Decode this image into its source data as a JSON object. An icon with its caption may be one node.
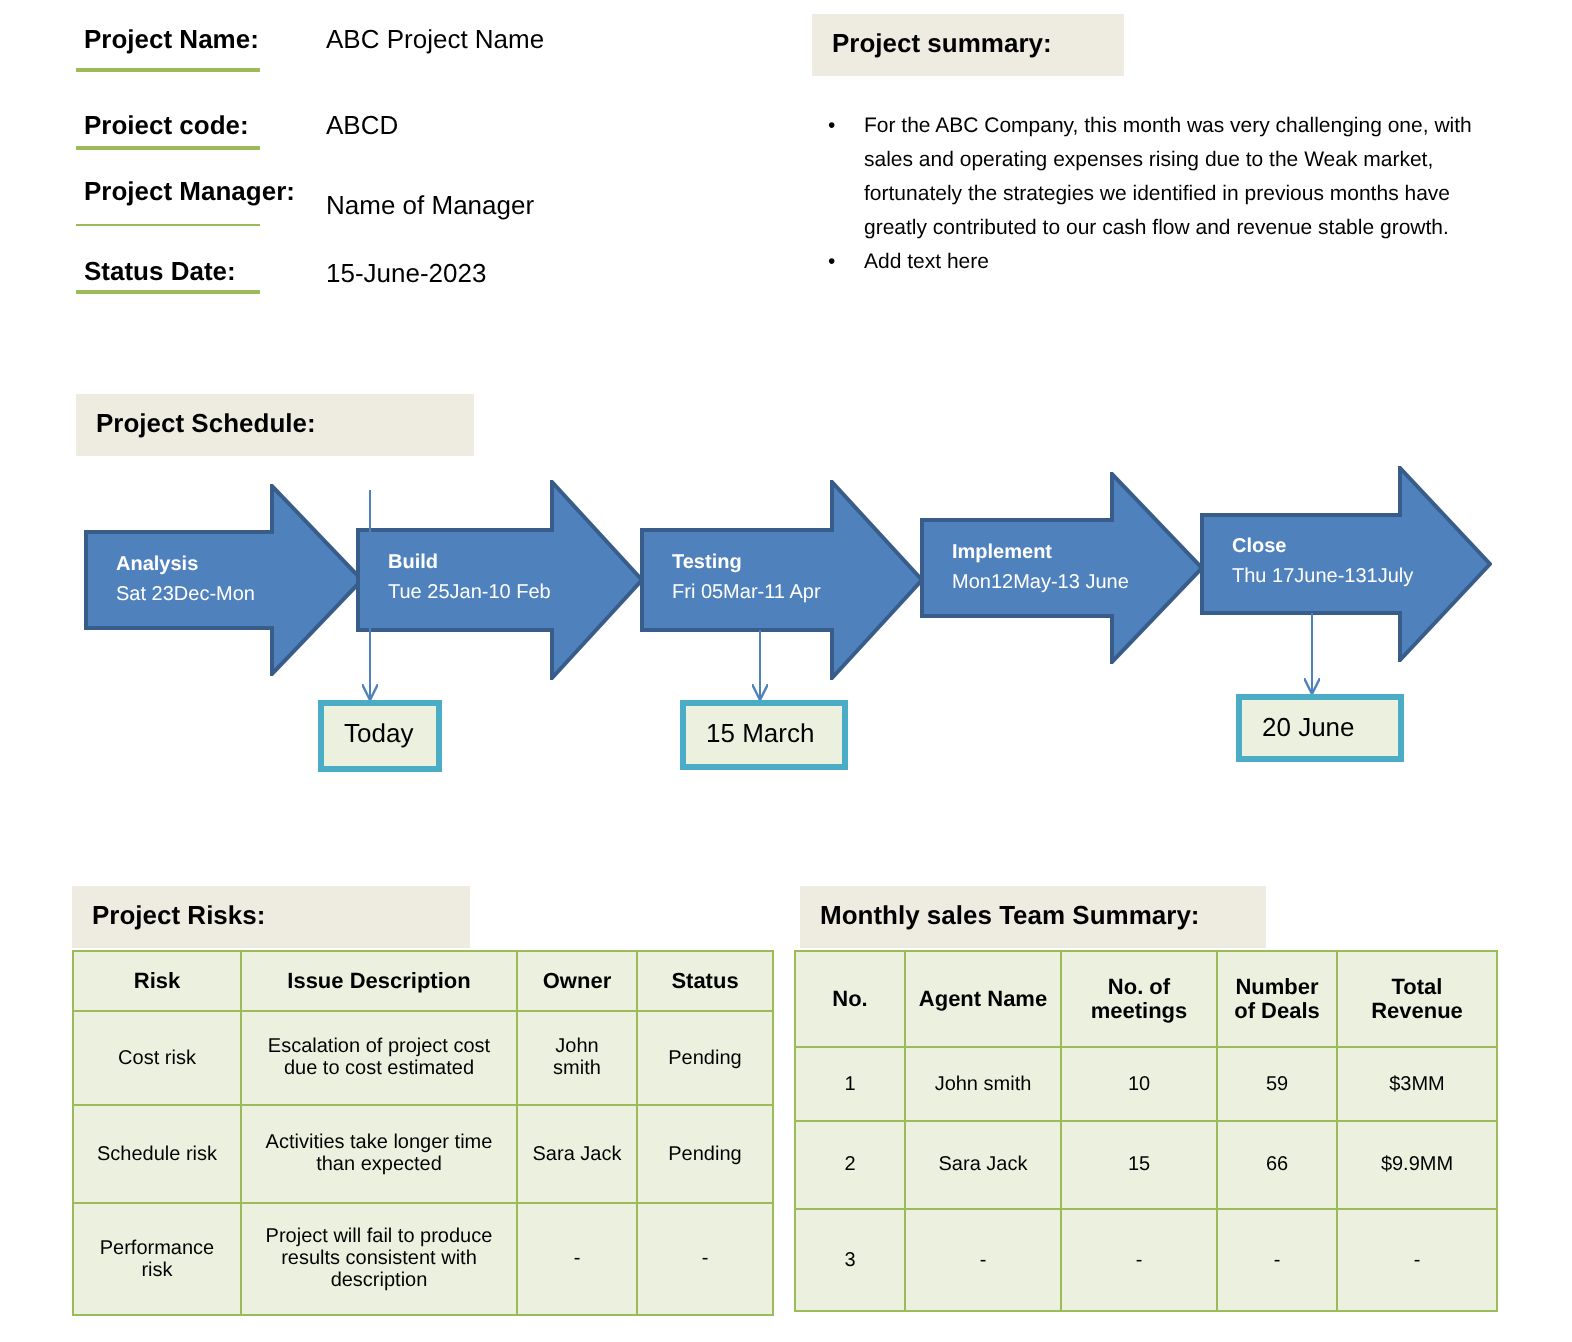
{
  "diagram": {
    "nodes": [
      {
        "text": [
          "Project summary:"
        ]
      },
      {
        "text": [
          "Project Schedule:"
        ]
      },
      {
        "text": [
          "Analysis",
          "Sat 23Dec-Mon"
        ]
      },
      {
        "text": [
          "Build",
          "Tue 25Jan-10 Feb"
        ]
      },
      {
        "text": [
          "Testing",
          "Fri 05Mar-11 Apr"
        ]
      },
      {
        "text": [
          "Implement",
          "Mon12May-13 June"
        ]
      },
      {
        "text": [
          "Close",
          "Thu 17June-131July"
        ]
      },
      {
        "text": [
          "Today"
        ]
      },
      {
        "text": [
          "15 March"
        ]
      },
      {
        "text": [
          "20 June"
        ]
      },
      {
        "text": [
          "Project Risks:"
        ]
      },
      {
        "text": [
          "Monthly sales Team Summary:"
        ]
      }
    ],
    "edges": [
      {
        "from": null,
        "to": 7,
        "arrow": "to"
      },
      {
        "from": 4,
        "to": 8,
        "arrow": "to"
      },
      {
        "from": 6,
        "to": 9,
        "arrow": "to"
      }
    ],
    "labels": [
      "Project Name:",
      "ABC Project Name",
      "Proiect code:",
      "ABCD",
      "Project Manager:",
      "Name of Manager",
      "Status Date:",
      "15-June-2023",
      "•",
      "For the ABC Company, this month was very challenging one, with sales and operating expenses rising due to the Weak market, fortunately the strategies we identified in previous months have greatly contributed to our cash flow and revenue stable growth.",
      "•",
      "Add text here",
      "Risk",
      "Issue Description",
      "Owner",
      "Status",
      "Cost risk",
      "Escalation of project cost due to cost estimated",
      "John smith",
      "Pending",
      "Schedule risk",
      "Activities take longer time than expected",
      "Sara Jack",
      "Pending",
      "Performance risk",
      "Project will fail to produce results consistent with description",
      "-",
      "-",
      "No.",
      "Agent Name",
      "No. of meetings",
      "Number of Deals",
      "Total Revenue",
      "1",
      "John smith",
      "10",
      "59",
      "$3MM",
      "2",
      "Sara Jack",
      "15",
      "66",
      "$9.9MM",
      "3",
      "-",
      "-",
      "-",
      "-"
    ]
  }
}
